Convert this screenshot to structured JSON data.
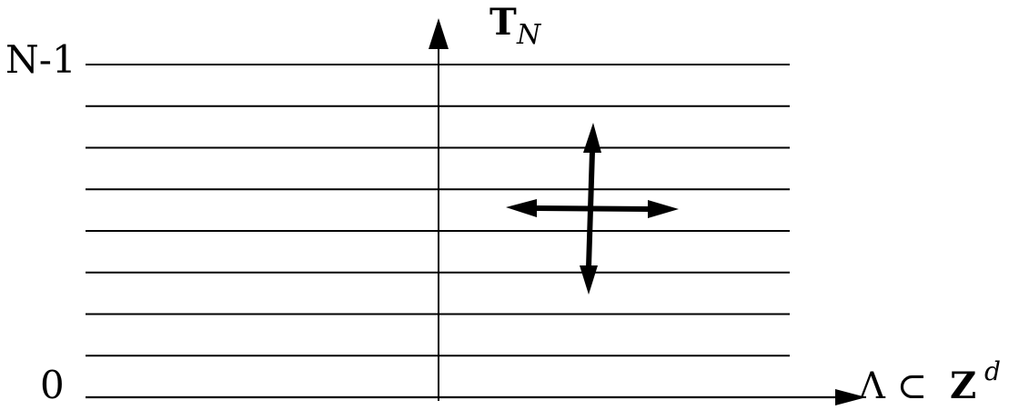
{
  "diagram": {
    "labels": {
      "top_level": "N-1",
      "bottom_level": "0",
      "vertical_axis_main": "T",
      "vertical_axis_sub": "N",
      "horizontal_axis_lambda": "Λ ⊂ ",
      "horizontal_axis_Z": "Z",
      "horizontal_axis_sup": "d"
    },
    "level_count": 8,
    "colors": {
      "ink": "#000000",
      "background": "#ffffff"
    }
  }
}
